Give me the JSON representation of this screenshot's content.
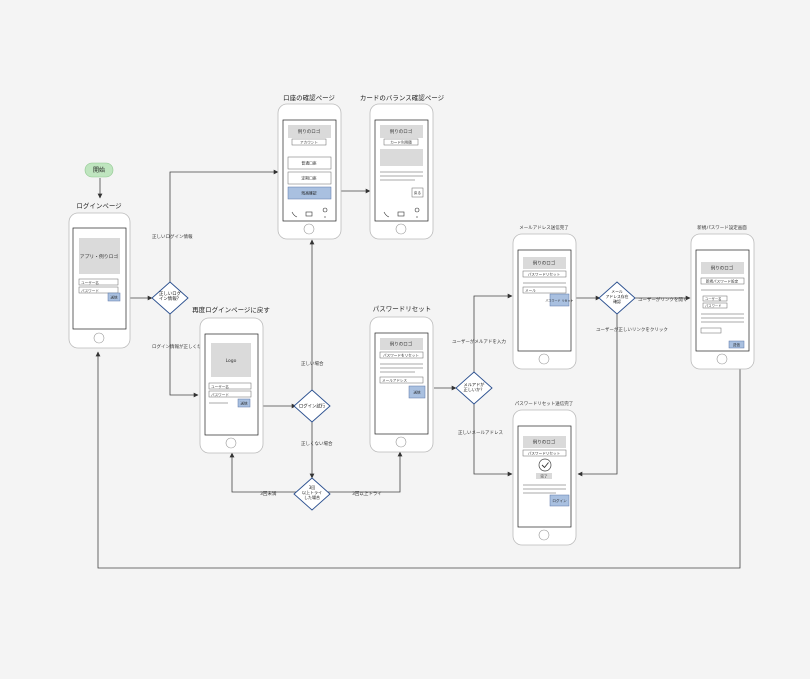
{
  "start": {
    "label": "開始"
  },
  "titles": {
    "login": "ログインページ",
    "account": "口座の確認ページ",
    "balance": "カードのバランス確認ページ",
    "relogin": "再度ログインページに戻す",
    "pwreset": "パスワードリセット"
  },
  "login_screen": {
    "logo": "アプリ・例りロゴ",
    "user": "ユーザー名",
    "pass": "パスワード",
    "btn": "送信"
  },
  "account_screen": {
    "logo": "例りのロゴ",
    "sub": "アカウント",
    "item1": "普通口座",
    "item2": "定期口座",
    "item3": "残高確認"
  },
  "balance_screen": {
    "logo": "例りのロゴ",
    "sub": "カード利用額",
    "btn": "戻る"
  },
  "relogin_screen": {
    "logo": "Logo",
    "user": "ユーザー名",
    "pass": "パスワード",
    "btn": "送信"
  },
  "pwreset_screen": {
    "logo": "例りのロゴ",
    "sub": "パスワードをリセット",
    "field": "メールアドレス",
    "btn": "送信"
  },
  "email_screen": {
    "title": "メールアドレス送信完了",
    "logo": "例りのロゴ",
    "sub": "パスワードリセット",
    "field": "メール",
    "btn": "パスワード リセット"
  },
  "newpw_screen": {
    "title": "新規パスワード設定画面",
    "logo": "例りのロゴ",
    "sub": "新規パスワード設定",
    "f1": "ユーザー名",
    "f2": "パスワード",
    "btn": "送信"
  },
  "sent_screen": {
    "title": "パスワードリセット送信完了",
    "logo": "例りのロゴ",
    "sub": "パスワードリセット",
    "badge": "完了",
    "btn": "ログイン"
  },
  "decisions": {
    "d1": "正しいログ\nイン情報？",
    "d2": "ログイン試行",
    "d3": "3回\n以上トライ\nした場合",
    "d4": "メルアドが\n正しいか？",
    "d5": "メール\nアドレス存在\n確認"
  },
  "edge_labels": {
    "e1": "正しいログイン情報",
    "e2": "ログイン情報が正しくない",
    "e3": "正しい場合",
    "e4": "正しくない場合",
    "e5": "3回未満",
    "e6": "3回以上トライ",
    "e7": "ユーザーがメルアドを入力",
    "e8": "正しいメールアドレス",
    "e9": "ユーザーが正しいリンクをクリック",
    "e10": "ユーザーがリンクを開く"
  }
}
